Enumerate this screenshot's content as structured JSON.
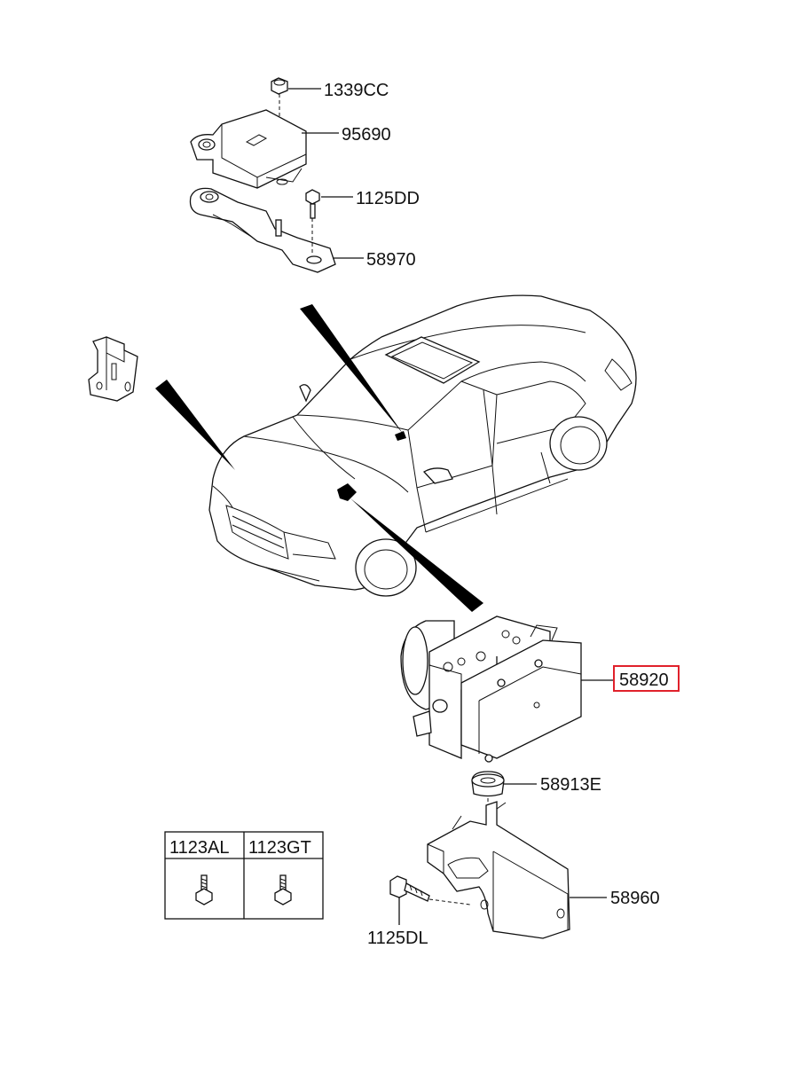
{
  "parts": {
    "p1339cc": "1339CC",
    "p95690": "95690",
    "p1125dd": "1125DD",
    "p58970": "58970",
    "p58920": "58920",
    "p58913e": "58913E",
    "p58960": "58960",
    "p1125dl": "1125DL"
  },
  "fastener_table": {
    "col1": "1123AL",
    "col2": "1123GT"
  },
  "colors": {
    "highlight_box": "#e0212b",
    "line": "#111111"
  }
}
